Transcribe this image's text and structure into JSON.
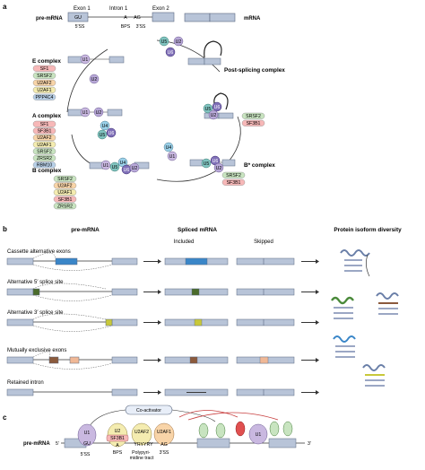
{
  "panels": {
    "a": "a",
    "b": "b",
    "c": "c"
  },
  "panel_a": {
    "premrna_label": "pre-mRNA",
    "exon1": "Exon 1",
    "intron1": "Intron 1",
    "exon2": "Exon 2",
    "gu": "GU",
    "a": "A",
    "ag": "AG",
    "ss5": "5′SS",
    "bps": "BPS",
    "ss3": "3′SS",
    "mrna_label": "mRNA",
    "e_complex": "E complex",
    "a_complex": "A complex",
    "b_complex": "B complex",
    "bstar_complex": "B* complex",
    "post_complex": "Post-splicing complex",
    "snrnps": {
      "u1": "U1",
      "u2": "U2",
      "u4": "U4",
      "u5": "U5",
      "u6": "U6"
    },
    "e_factors": [
      "SF1",
      "SRSF2",
      "U2AF2",
      "U2AF1",
      "PPP4C4"
    ],
    "a_factors": [
      "SF1",
      "SF3B1",
      "U2AF2",
      "U2AF1",
      "SRSF2",
      "ZRSR2",
      "RBM10"
    ],
    "b_factors": [
      "SRSF2",
      "U2AF2",
      "U2AF1",
      "SF3B1",
      "ZRSR2"
    ],
    "bstar_factors": [
      "SRSF2",
      "SF3B1"
    ],
    "post_factors": [
      "SRSF2",
      "SF3B1"
    ]
  },
  "panel_b": {
    "col_premrna": "pre-mRNA",
    "col_spliced": "Spliced mRNA",
    "col_included": "Included",
    "col_skipped": "Skipped",
    "col_protein": "Protein isoform diversity",
    "rows": [
      {
        "label": "Cassette alternative exons",
        "color": "#3a86c8"
      },
      {
        "label": "Alternative 5′ splice site",
        "color": "#4a6b2a"
      },
      {
        "label": "Alternative 3′ splice site",
        "color": "#c8c83a"
      },
      {
        "label": "Mutually exclusive exons",
        "color": "#8b5a3c",
        "color2": "#f0b896"
      },
      {
        "label": "Retained intron",
        "color": "#3a3a3a"
      }
    ]
  },
  "panel_c": {
    "premrna_label": "pre-mRNA",
    "five_prime": "5′",
    "three_prime": "3′",
    "coactivator": "Co-activator",
    "u1": "U1",
    "u2": "U2",
    "sf3b1": "SF3B1",
    "u2af2": "U2AF2",
    "u2af1": "U2AF1",
    "gu": "GU",
    "a": "A",
    "yryyry": "YRYYRY",
    "ag": "AG",
    "ss5": "5′SS",
    "bps": "BPS",
    "polypyr": "Polypyri-\nmidine tract",
    "ss3": "3′SS"
  },
  "colors": {
    "exon": "#b8c4d8",
    "exon_stroke": "#5a6880",
    "u1": "#c9b8e0",
    "u2": "#b8a8d8",
    "u4": "#9ad0e8",
    "u5": "#80c4c0",
    "u6": "#8070b8",
    "red": "#f7b8b8",
    "orange": "#f8d4a8",
    "yellow": "#f4ecb0",
    "green": "#c8e4c0",
    "blue": "#b8d0e8"
  }
}
